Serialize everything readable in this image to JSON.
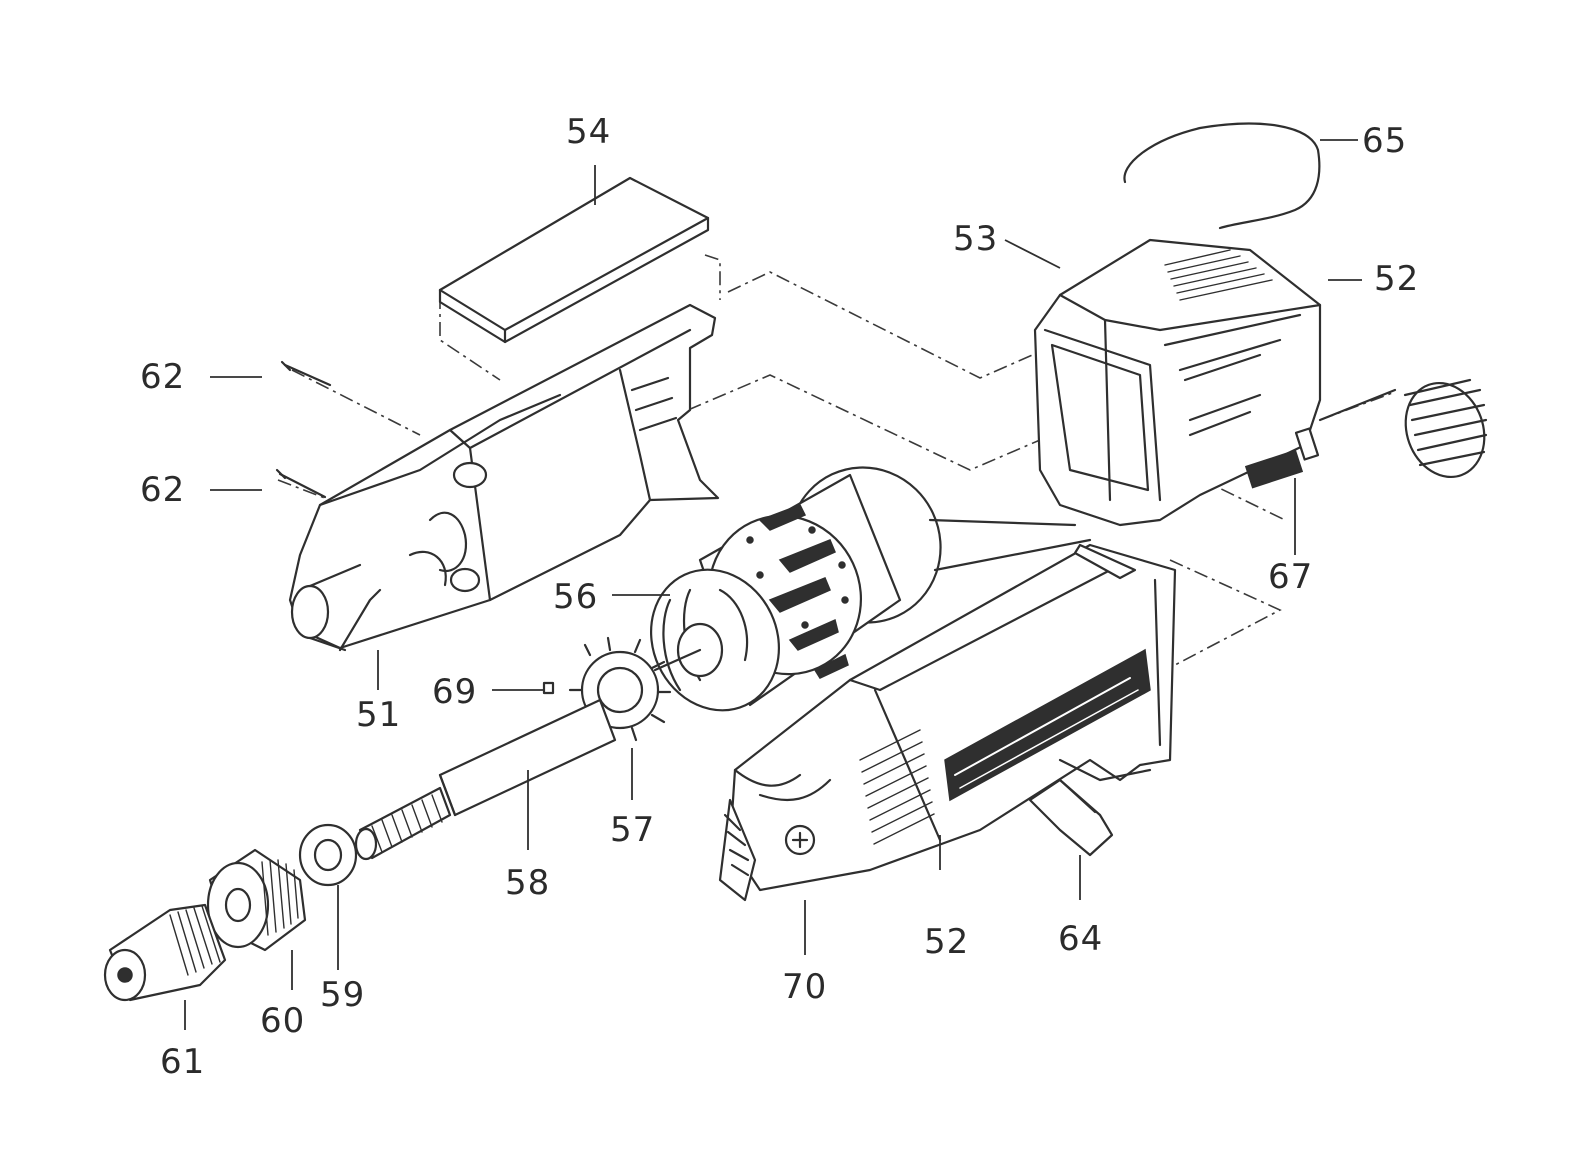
{
  "diagram": {
    "labels": {
      "p51": "51",
      "p52a": "52",
      "p52b": "52",
      "p53": "53",
      "p54": "54",
      "p56": "56",
      "p57": "57",
      "p58": "58",
      "p59": "59",
      "p60": "60",
      "p61": "61",
      "p62a": "62",
      "p62b": "62",
      "p64": "64",
      "p65": "65",
      "p67": "67",
      "p69": "69",
      "p70": "70"
    }
  }
}
